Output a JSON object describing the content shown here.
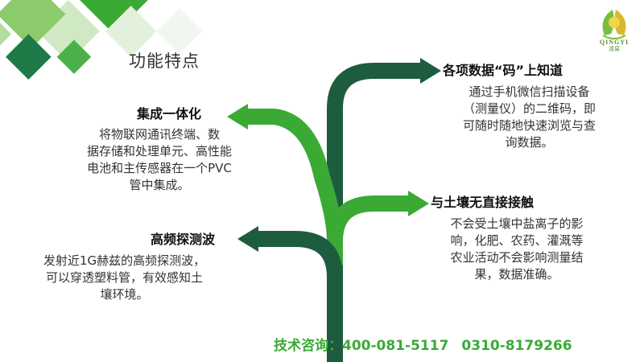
{
  "logo": {
    "name": "QINGYI",
    "sub": "清易",
    "icon": "leaf-logo-icon"
  },
  "title": "功能特点",
  "features": {
    "integration": {
      "heading": "集成一体化",
      "lines": [
        "将物联网通讯终端、数",
        "据存储和处理单元、高性能",
        "电池和主传感器在一个PVC",
        "管中集成。"
      ]
    },
    "radio": {
      "heading": "高频探测波",
      "lines": [
        "发射近1G赫兹的高频探测波，",
        "可以穿透塑料管，有效感知土",
        "壤环境。"
      ]
    },
    "qrcode": {
      "heading": "各项数据“码”上知道",
      "lines": [
        "通过手机微信扫描设备",
        "（测量仪）的二维码，即",
        "可随时随地快速浏览与查",
        "询数据。"
      ]
    },
    "noncontact": {
      "heading": "与土壤无直接接触",
      "lines": [
        "不会受土壤中盐离子的影",
        "响，化肥、农药、灌溉等",
        "农业活动不会影响测量结",
        "果，数据准确。"
      ]
    }
  },
  "contact": {
    "label": "技术咨询：",
    "phone1": "400-081-5117",
    "phone2": "0310-8179266"
  },
  "colors": {
    "dark_green": "#1e5c3f",
    "light_green": "#3aaa35",
    "accent": "#3aaa35"
  }
}
